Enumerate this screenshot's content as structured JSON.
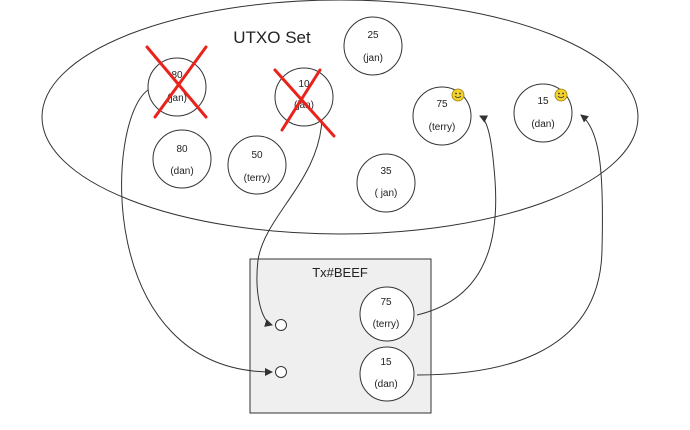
{
  "set_title": "UTXO Set",
  "coins": {
    "c80jan": {
      "value": "80",
      "owner": "(jan)",
      "spent": true,
      "smiley": false
    },
    "c10jan": {
      "value": "10",
      "owner": "(jan)",
      "spent": true,
      "smiley": false
    },
    "c25jan": {
      "value": "25",
      "owner": "(jan)",
      "spent": false,
      "smiley": false
    },
    "c75terry": {
      "value": "75",
      "owner": "(terry)",
      "spent": false,
      "smiley": true
    },
    "c15dan": {
      "value": "15",
      "owner": "(dan)",
      "spent": false,
      "smiley": true
    },
    "c80dan": {
      "value": "80",
      "owner": "(dan)",
      "spent": false,
      "smiley": false
    },
    "c50terry": {
      "value": "50",
      "owner": "(terry)",
      "spent": false,
      "smiley": false
    },
    "c35jan": {
      "value": "35",
      "owner": "( jan)",
      "spent": false,
      "smiley": false
    }
  },
  "tx": {
    "title": "Tx#BEEF",
    "outputs": {
      "o75terry": {
        "value": "75",
        "owner": "(terry)"
      },
      "o15dan": {
        "value": "15",
        "owner": "(dan)"
      }
    }
  },
  "colors": {
    "cross": "#e8231c",
    "stroke": "#333333",
    "tx_fill": "#efefef",
    "smiley": "#f2d22e"
  }
}
